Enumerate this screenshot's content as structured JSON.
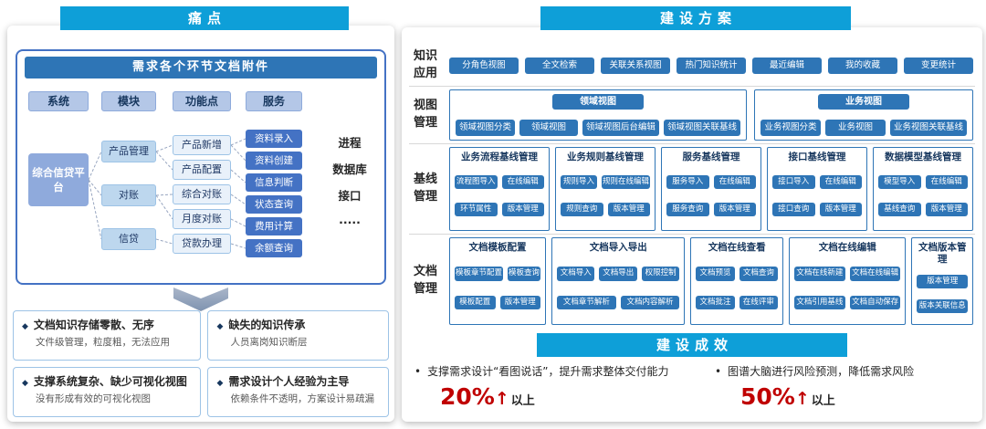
{
  "colors": {
    "banner_blue": "#0e9fd8",
    "button_blue": "#2e75b6",
    "accent_red": "#c00000"
  },
  "left": {
    "banner": "痛点",
    "diagram": {
      "title": "需求各个环节文档附件",
      "col_headers": [
        "系统",
        "模块",
        "功能点",
        "服务"
      ],
      "system_item": "综合信贷平台",
      "modules": [
        "产品管理",
        "对账",
        "信贷"
      ],
      "functions": [
        "产品新增",
        "产品配置",
        "综合对账",
        "月度对账",
        "贷款办理"
      ],
      "services": [
        "资料录入",
        "资料创建",
        "信息判断",
        "状态查询",
        "费用计算",
        "余额查询"
      ],
      "side_notes": [
        "进程",
        "数据库",
        "接口",
        "....."
      ]
    },
    "pain_points": [
      {
        "bullet": "◆",
        "title": "文档知识存储零散、无序",
        "desc": "文件级管理，粒度粗，无法应用"
      },
      {
        "bullet": "◆",
        "title": "缺失的知识传承",
        "desc": "人员离岗知识断层"
      },
      {
        "bullet": "◆",
        "title": "支撑系统复杂、缺少可视化视图",
        "desc": "没有形成有效的可视化视图"
      },
      {
        "bullet": "◆",
        "title": "需求设计个人经验为主导",
        "desc": "依赖条件不透明，方案设计易疏漏"
      }
    ]
  },
  "right": {
    "banner": "建设方案",
    "knowledge": {
      "label": "知识应用",
      "buttons": [
        "分角色视图",
        "全文检索",
        "关联关系视图",
        "热门知识统计",
        "最近编辑",
        "我的收藏",
        "变更统计"
      ]
    },
    "views": {
      "label": "视图管理",
      "groups": [
        {
          "header": "领域视图",
          "buttons": [
            "领域视图分类",
            "领域视图",
            "领域视图后台编辑",
            "领域视图关联基线"
          ]
        },
        {
          "header": "业务视图",
          "buttons": [
            "业务视图分类",
            "业务视图",
            "业务视图关联基线"
          ]
        }
      ]
    },
    "baseline": {
      "label": "基线管理",
      "groups": [
        {
          "title": "业务流程基线管理",
          "rows": [
            [
              "流程图导入",
              "在线编辑"
            ],
            [
              "环节属性",
              "版本管理"
            ]
          ]
        },
        {
          "title": "业务规则基线管理",
          "rows": [
            [
              "规则导入",
              "规则在线编辑"
            ],
            [
              "规则查询",
              "版本管理"
            ]
          ]
        },
        {
          "title": "服务基线管理",
          "rows": [
            [
              "服务导入",
              "在线编辑"
            ],
            [
              "服务查询",
              "版本管理"
            ]
          ]
        },
        {
          "title": "接口基线管理",
          "rows": [
            [
              "接口导入",
              "在线编辑"
            ],
            [
              "接口查询",
              "版本管理"
            ]
          ]
        },
        {
          "title": "数据模型基线管理",
          "rows": [
            [
              "模型导入",
              "在线编辑"
            ],
            [
              "基线查询",
              "版本管理"
            ]
          ]
        }
      ]
    },
    "documents": {
      "label": "文档管理",
      "groups": [
        {
          "title": "文档模板配置",
          "rows": [
            [
              "模板章节配置",
              "模板查询"
            ],
            [
              "模板配置",
              "版本管理"
            ]
          ]
        },
        {
          "title": "文档导入导出",
          "rows": [
            [
              "文档导入",
              "文档导出",
              "权限控制"
            ],
            [
              "文档章节解析",
              "文档内容解析"
            ]
          ]
        },
        {
          "title": "文档在线查看",
          "rows": [
            [
              "文档预览",
              "文档查询"
            ],
            [
              "文档批注",
              "在线评审"
            ]
          ]
        },
        {
          "title": "文档在线编辑",
          "rows": [
            [
              "文档在线新建",
              "文档在线编辑"
            ],
            [
              "文档引用基线",
              "文档自动保存"
            ]
          ]
        },
        {
          "title": "文档版本管理",
          "rows": [
            [
              "版本管理"
            ],
            [
              "版本关联信息"
            ]
          ]
        }
      ]
    },
    "results": {
      "banner": "建设成效",
      "items": [
        {
          "bullet": "•",
          "text": "支撑需求设计“看图说话”，提升需求整体交付能力",
          "metric": "20%",
          "arrow": "↑",
          "suffix": "以上"
        },
        {
          "bullet": "•",
          "text": "图谱大脑进行风险预测，降低需求风险",
          "metric": "50%",
          "arrow": "↑",
          "suffix": "以上"
        }
      ]
    }
  }
}
